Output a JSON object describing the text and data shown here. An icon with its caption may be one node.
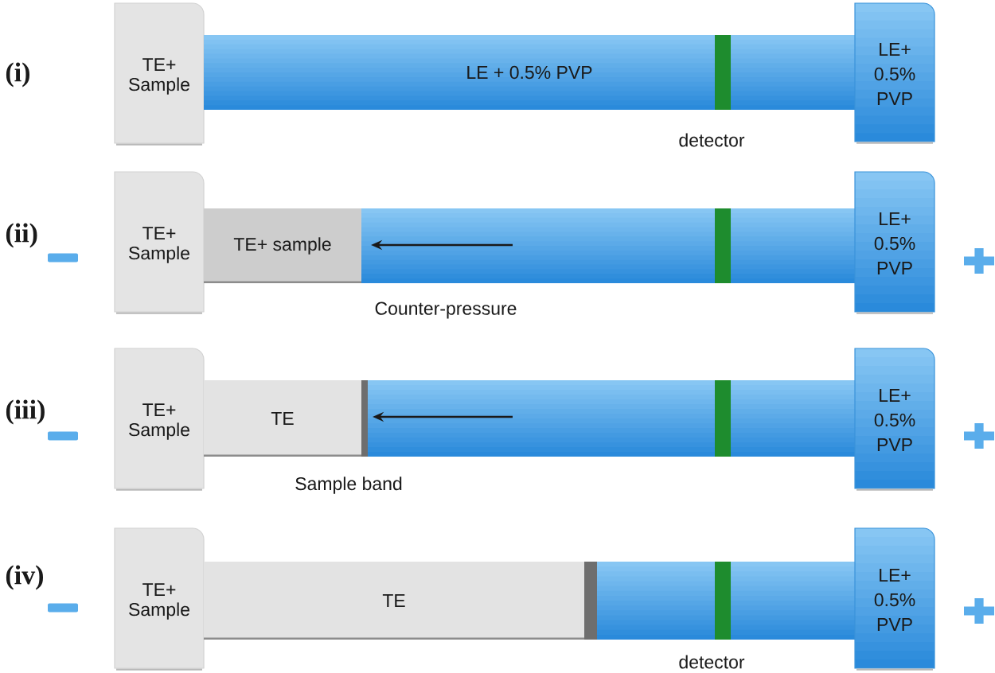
{
  "diagram": {
    "nodes": [
      {
        "text": [
          "TE+ Sample"
        ]
      },
      {
        "text": [
          "LE + 0.5% PVP"
        ]
      },
      {
        "text": [],
        "shape": "bar",
        "in": 1,
        "beside": [
          "detector"
        ]
      },
      {
        "text": [
          "LE+ 0.5% PVP"
        ]
      },
      {
        "text": [
          "TE+ Sample"
        ]
      },
      {
        "text": [
          "TE+ sample"
        ]
      },
      {
        "text": [],
        "shape": "bar"
      },
      {
        "text": [],
        "shape": "bar",
        "in": 6
      },
      {
        "text": [
          "LE+ 0.5% PVP"
        ]
      },
      {
        "text": [
          "TE+ Sample"
        ]
      },
      {
        "text": [
          "TE"
        ]
      },
      {
        "text": [],
        "shape": "bar",
        "beside": [
          "Sample band"
        ]
      },
      {
        "text": [],
        "shape": "bar"
      },
      {
        "text": [],
        "shape": "bar",
        "in": 12
      },
      {
        "text": [
          "LE+ 0.5% PVP"
        ]
      },
      {
        "text": [
          "TE+ Sample"
        ]
      },
      {
        "text": [
          "TE"
        ]
      },
      {
        "text": [],
        "shape": "bar"
      },
      {
        "text": [],
        "shape": "bar"
      },
      {
        "text": [],
        "shape": "bar",
        "in": 18,
        "beside": [
          "detector"
        ]
      },
      {
        "text": [
          "LE+ 0.5% PVP"
        ]
      }
    ],
    "labels": [
      "(i)",
      "(ii)",
      "Counter-pressure",
      "(iii)",
      "(iv)"
    ]
  }
}
